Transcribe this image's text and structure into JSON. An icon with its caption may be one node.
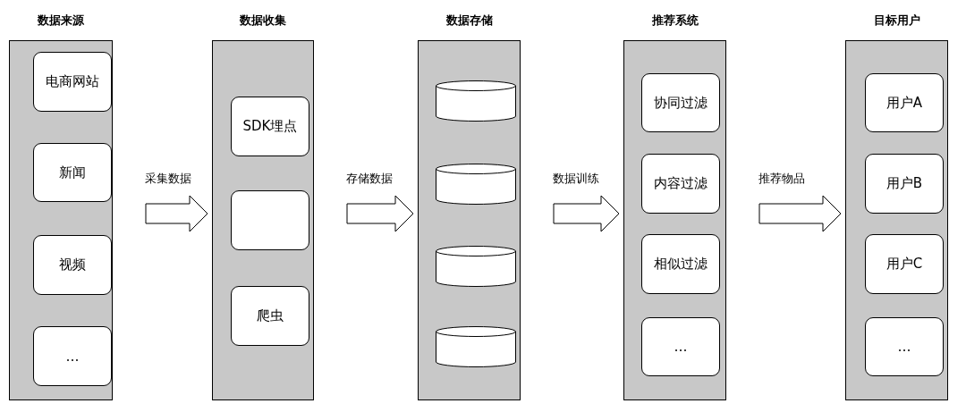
{
  "diagram": {
    "nodes": [
      {
        "text": [
          "数据来源"
        ]
      },
      {
        "text": [
          "电商网站"
        ],
        "in": 0
      },
      {
        "text": [
          "新闻"
        ],
        "in": 0
      },
      {
        "text": [
          "视频"
        ],
        "in": 0
      },
      {
        "text": [
          "…"
        ],
        "in": 0
      },
      {
        "text": [
          "数据收集"
        ]
      },
      {
        "text": [
          "SDK埋点"
        ],
        "in": 5
      },
      {
        "text": [],
        "shape": "box",
        "in": 5
      },
      {
        "text": [
          "爬虫"
        ],
        "in": 5
      },
      {
        "text": [
          "数据存储"
        ]
      },
      {
        "text": [],
        "shape": "cylinder",
        "in": 9
      },
      {
        "text": [],
        "shape": "cylinder",
        "in": 9
      },
      {
        "text": [],
        "shape": "cylinder",
        "in": 9
      },
      {
        "text": [],
        "shape": "cylinder",
        "in": 9
      },
      {
        "text": [
          "推荐系统"
        ]
      },
      {
        "text": [
          "协同过滤"
        ],
        "in": 14
      },
      {
        "text": [
          "内容过滤"
        ],
        "in": 14
      },
      {
        "text": [
          "相似过滤"
        ],
        "in": 14
      },
      {
        "text": [
          "…"
        ],
        "in": 14
      },
      {
        "text": [
          "目标用户"
        ]
      },
      {
        "text": [
          "用户A"
        ],
        "in": 19
      },
      {
        "text": [
          "用户B"
        ],
        "in": 19
      },
      {
        "text": [
          "用户C"
        ],
        "in": 19
      },
      {
        "text": [
          "…"
        ],
        "in": 19
      }
    ],
    "edges": [
      {
        "from": 0,
        "to": 5,
        "arrow": "to",
        "label": "采集数据"
      },
      {
        "from": 5,
        "to": 9,
        "arrow": "to",
        "label": "存储数据"
      },
      {
        "from": 9,
        "to": 14,
        "arrow": "to",
        "label": "数据训练"
      },
      {
        "from": 14,
        "to": 19,
        "arrow": "to",
        "label": "推荐物品"
      }
    ]
  }
}
